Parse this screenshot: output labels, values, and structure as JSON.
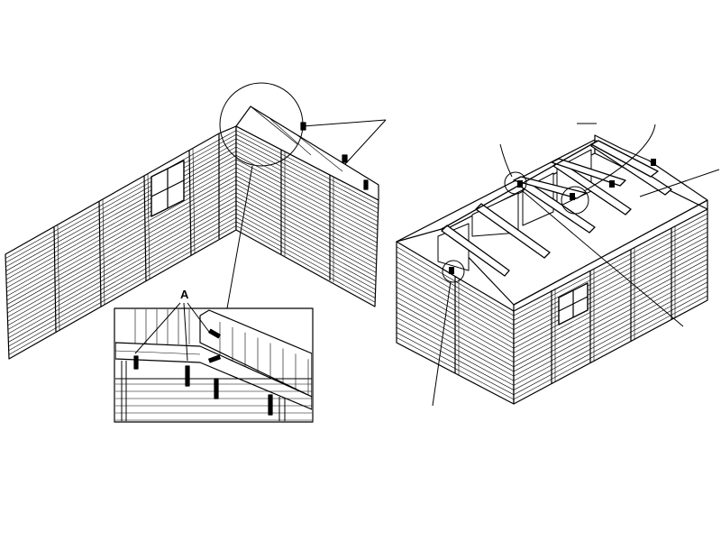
{
  "diagram": {
    "left_figure": {
      "subject": "two-walls-with-gable"
    },
    "right_figure": {
      "subject": "shed-with-roof-trusses"
    },
    "inset": {
      "callout_label": "A"
    }
  },
  "colors": {
    "ink": "#000000",
    "paper": "#ffffff"
  }
}
